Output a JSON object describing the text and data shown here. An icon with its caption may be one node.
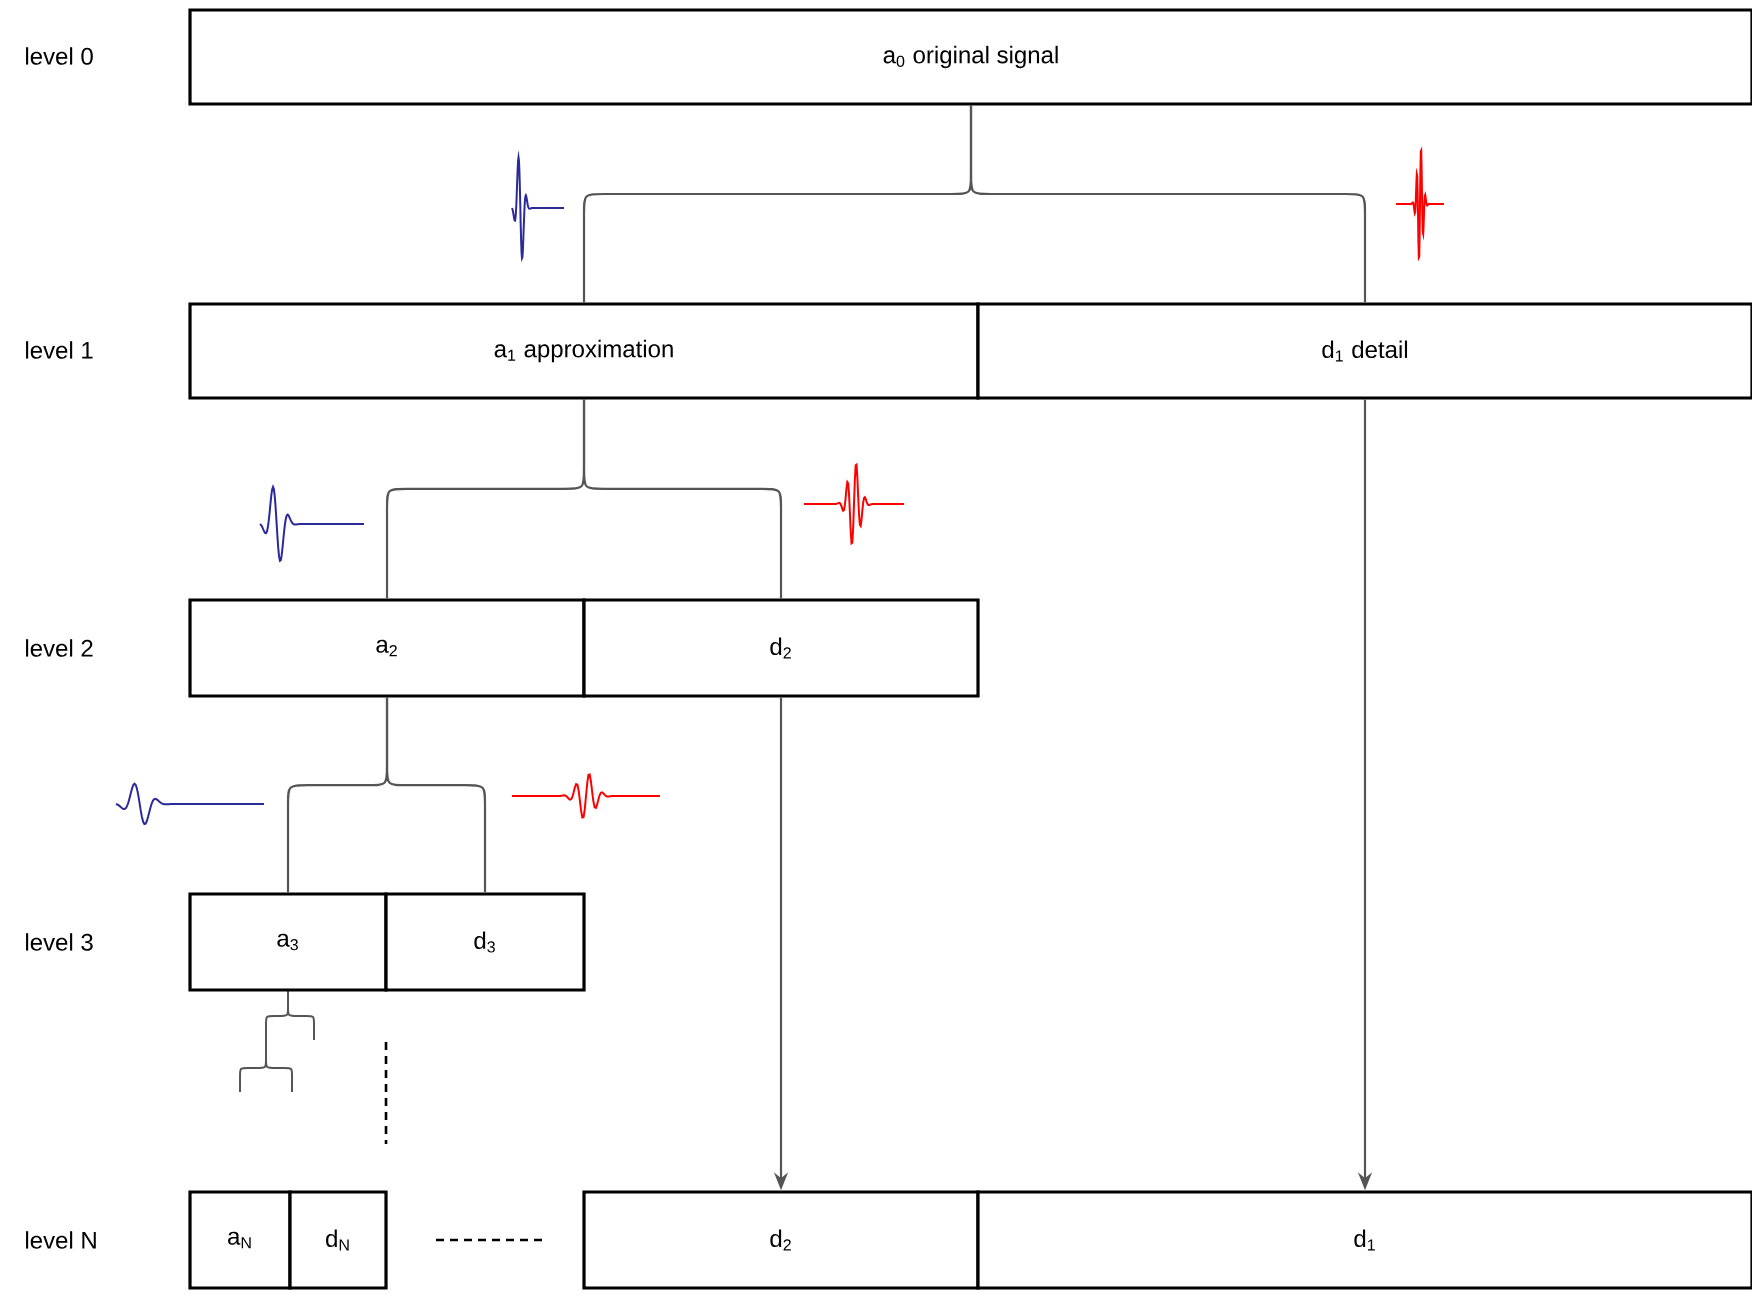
{
  "diagram": {
    "nodes": [
      {
        "text": [
          "a$_{0}$ original signal"
        ]
      },
      {
        "text": [
          "a$_{1}$ approximation"
        ]
      },
      {
        "text": [
          "d$_{1}$ detail"
        ]
      },
      {
        "text": [
          "a$_{2}$"
        ]
      },
      {
        "text": [
          "d$_{2}$"
        ]
      },
      {
        "text": [
          "a$_{3}$"
        ]
      },
      {
        "text": [
          "d$_{3}$"
        ]
      },
      {
        "text": [
          "a$_{N}$"
        ]
      },
      {
        "text": [
          "d$_{N}$"
        ]
      },
      {
        "text": [
          "d$_{2}$"
        ]
      },
      {
        "text": [
          "d$_{1}$"
        ]
      }
    ],
    "edges": [
      {
        "from": 0,
        "to": 1,
        "arrow": "none"
      },
      {
        "from": 0,
        "to": 2,
        "arrow": "none"
      },
      {
        "from": 1,
        "to": 3,
        "arrow": "none"
      },
      {
        "from": 1,
        "to": 4,
        "arrow": "none"
      },
      {
        "from": 3,
        "to": 5,
        "arrow": "none"
      },
      {
        "from": 3,
        "to": 6,
        "arrow": "none"
      },
      {
        "from": 4,
        "to": 9,
        "arrow": "to"
      },
      {
        "from": 2,
        "to": 10,
        "arrow": "to"
      }
    ],
    "labels": [
      "level 0",
      "level 1",
      "level 2",
      "level 3",
      "level N"
    ]
  }
}
